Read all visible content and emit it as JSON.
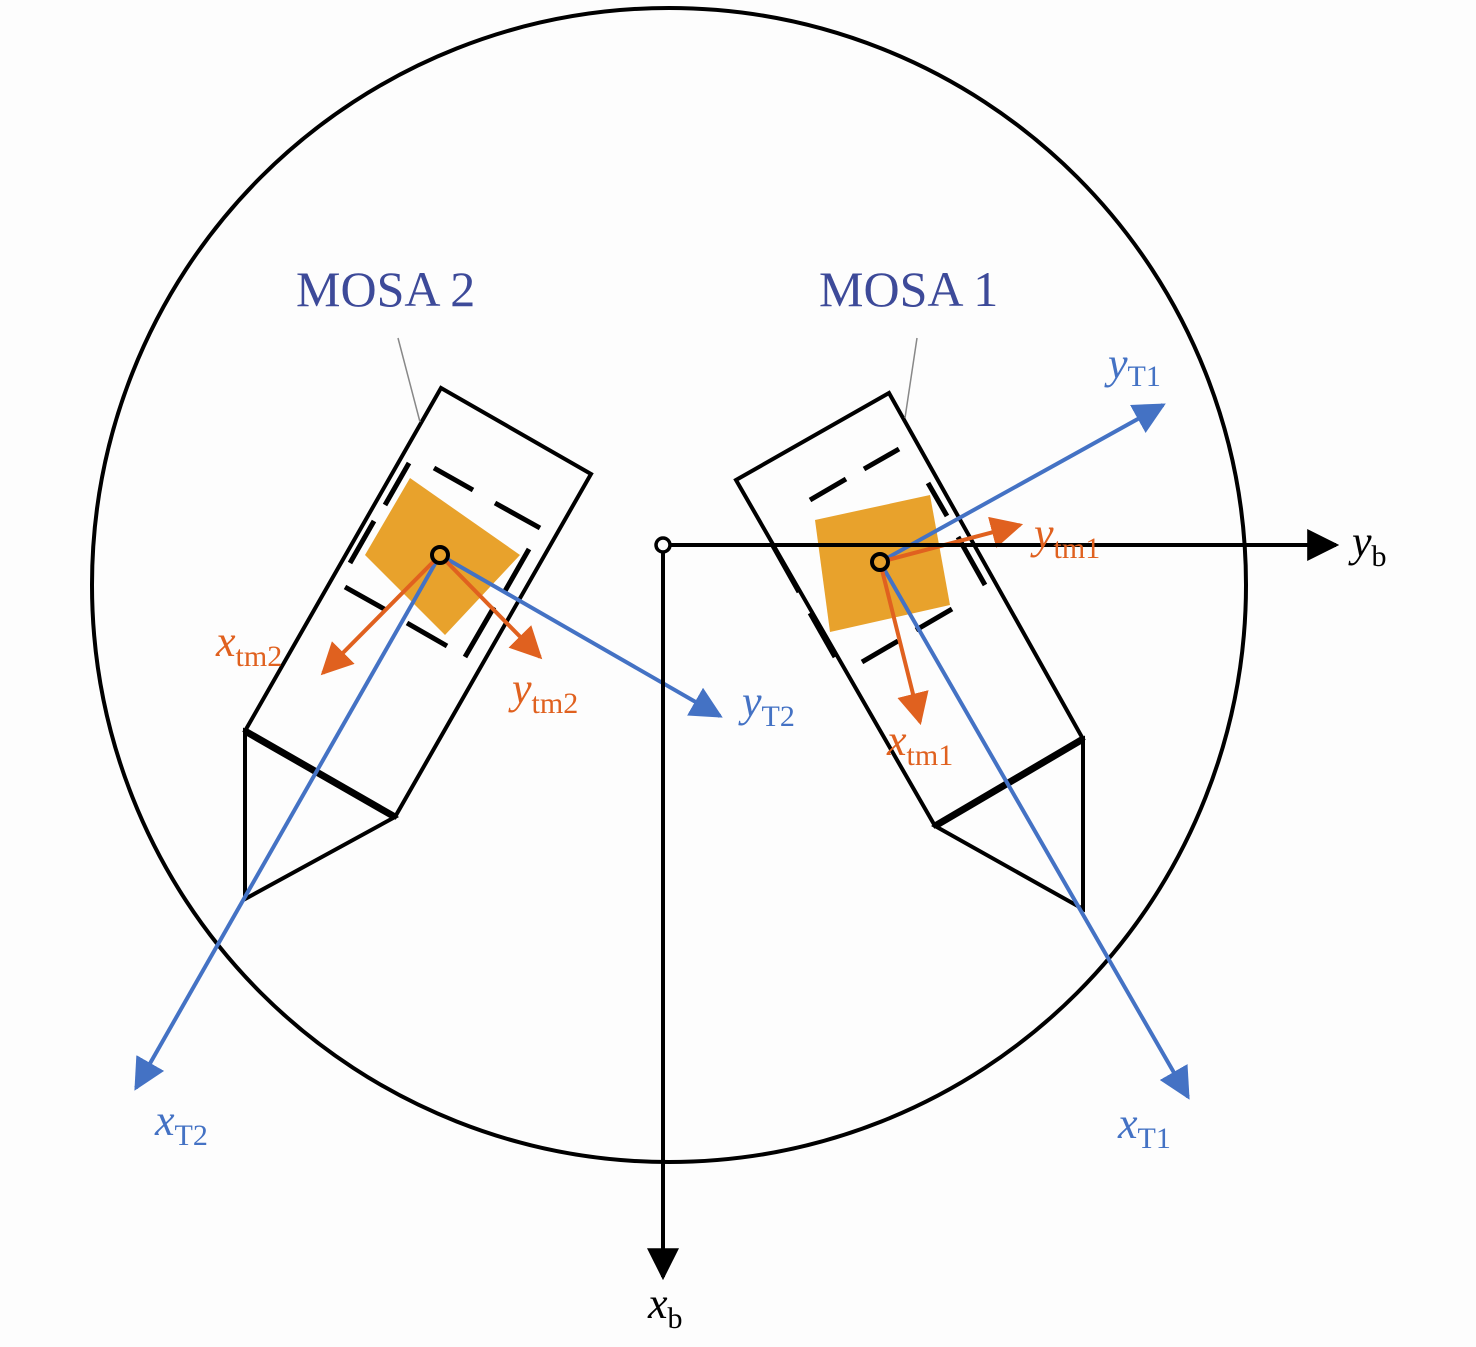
{
  "colors": {
    "outline": "#000000",
    "body_axes": "#000000",
    "telescope_axes": "#4472c4",
    "test_mass_axes": "#e0611f",
    "test_mass_fill": "#e8a22c",
    "mosa_label": "#3d4a99"
  },
  "mosa1": {
    "label": "MOSA 1",
    "y_T": {
      "main": "y",
      "sub": "T1"
    },
    "x_T": {
      "main": "x",
      "sub": "T1"
    },
    "y_tm": {
      "main": "y",
      "sub": "tm1"
    },
    "x_tm": {
      "main": "x",
      "sub": "tm1"
    }
  },
  "mosa2": {
    "label": "MOSA 2",
    "y_T": {
      "main": "y",
      "sub": "T2"
    },
    "x_T": {
      "main": "x",
      "sub": "T2"
    },
    "y_tm": {
      "main": "y",
      "sub": "tm2"
    },
    "x_tm": {
      "main": "x",
      "sub": "tm2"
    }
  },
  "body_frame": {
    "y": {
      "main": "y",
      "sub": "b"
    },
    "x": {
      "main": "x",
      "sub": "b"
    }
  }
}
